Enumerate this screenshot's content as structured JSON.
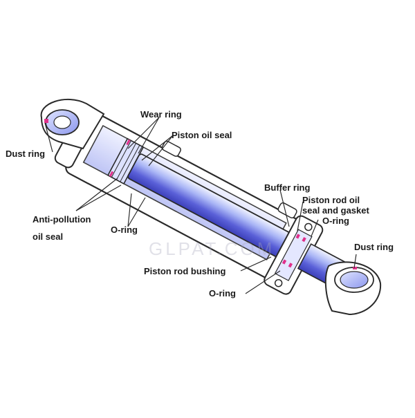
{
  "diagram": {
    "watermark": "GLPAT.COM",
    "labels": {
      "wear_ring": "Wear ring",
      "piston_oil_seal": "Piston oil seal",
      "dust_ring_left": "Dust ring",
      "buffer_ring": "Buffer ring",
      "piston_rod_oil_seal_line1": "Piston rod oil",
      "piston_rod_oil_seal_line2": "seal and gasket",
      "o_ring_right": "O-ring",
      "anti_pollution_line1": "Anti-pollution",
      "anti_pollution_line2": "oil seal",
      "o_ring_left": "O-ring",
      "dust_ring_right": "Dust ring",
      "piston_rod_bushing": "Piston rod bushing",
      "o_ring_bottom": "O-ring"
    },
    "colors": {
      "outline": "#2a2a2a",
      "rod_light": "#e6ecff",
      "rod_mid": "#8fa0f0",
      "rod_dark": "#4a4fd0",
      "seal_highlight": "#e0308a",
      "bore_tint": "#c8cdfa"
    }
  }
}
